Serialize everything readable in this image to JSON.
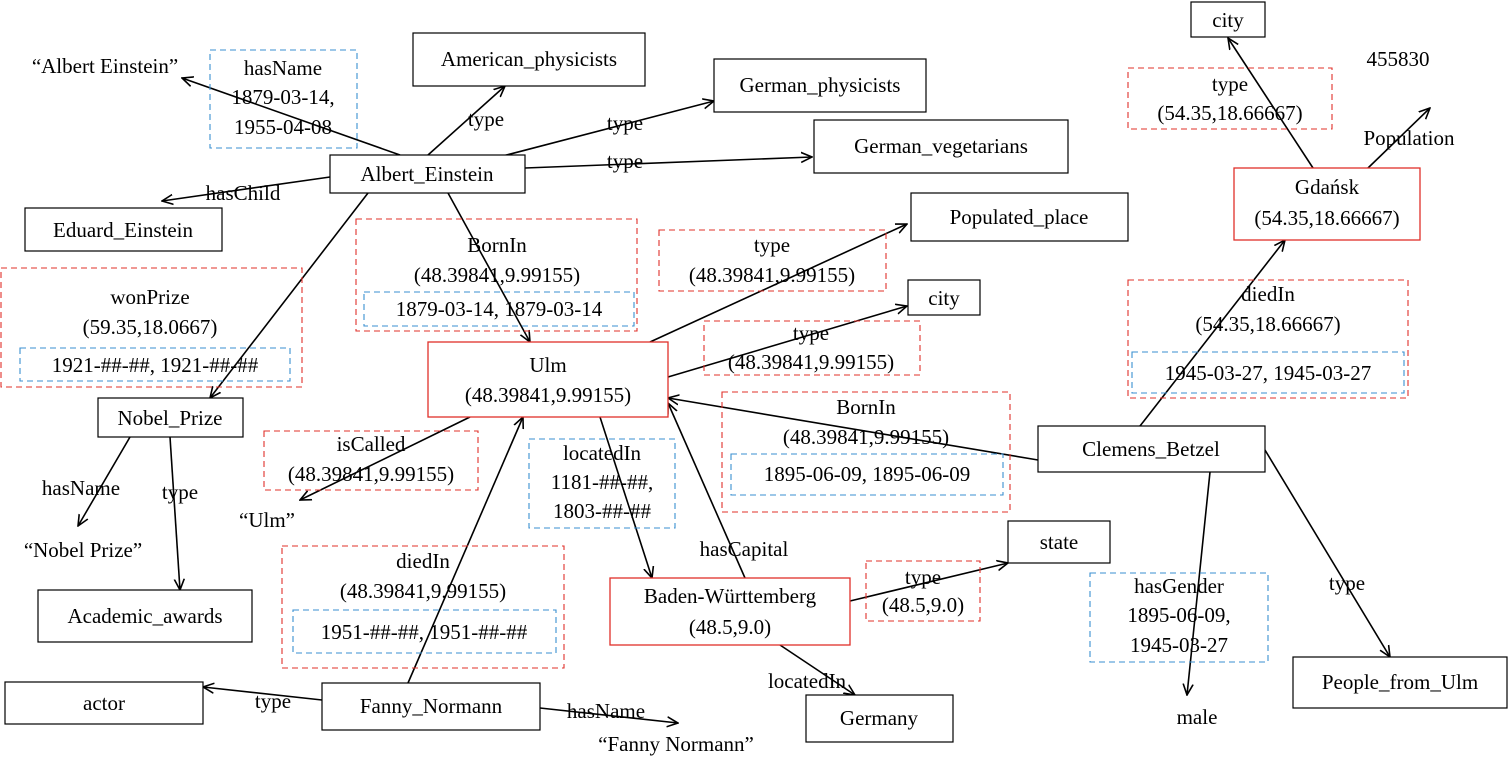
{
  "colors": {
    "entity_border": "#000000",
    "geo_border": "#e0302a",
    "time_border": "#3a8fd0"
  },
  "nodes": {
    "albert_einstein": "Albert_Einstein",
    "american_physicists": "American_physicists",
    "german_physicists": "German_physicists",
    "german_vegetarians": "German_vegetarians",
    "eduard_einstein": "Eduard_Einstein",
    "nobel_prize": "Nobel_Prize",
    "academic_awards": "Academic_awards",
    "populated_place": "Populated_place",
    "city_mid": "city",
    "city_top": "city",
    "state": "state",
    "germany": "Germany",
    "actor": "actor",
    "fanny_normann": "Fanny_Normann",
    "clemens_betzel": "Clemens_Betzel",
    "people_from_ulm": "People_from_Ulm",
    "ulm": {
      "name": "Ulm",
      "coords": "(48.39841,9.99155)"
    },
    "baden": {
      "name": "Baden-Württemberg",
      "coords": "(48.5,9.0)"
    },
    "gdansk": {
      "name": "Gdańsk",
      "coords": "(54.35,18.66667)"
    }
  },
  "literals": {
    "albert_name": "“Albert Einstein”",
    "nobel_name": "“Nobel Prize”",
    "ulm_name": "“Ulm”",
    "fanny_name": "“Fanny Normann”",
    "male": "male",
    "population_value": "455830"
  },
  "edges": {
    "type": "type",
    "hasChild": "hasChild",
    "hasName": "hasName",
    "locatedIn": "locatedIn",
    "hasCapital": "hasCapital",
    "population": "Population",
    "hasGender": "hasGender",
    "bornIn": "BornIn",
    "diedIn": "diedIn",
    "wonPrize": "wonPrize",
    "isCalled": "isCalled"
  },
  "qualifiers": {
    "einstein_hasName_dates": [
      "1879-03-14,",
      "1955-04-08"
    ],
    "einstein_bornIn_coords": "(48.39841,9.99155)",
    "einstein_bornIn_dates": "1879-03-14, 1879-03-14",
    "wonPrize_coords": "(59.35,18.0667)",
    "wonPrize_dates": "1921-##-##, 1921-##-##",
    "ulm_populated_coords": "(48.39841,9.99155)",
    "ulm_city_coords": "(48.39841,9.99155)",
    "isCalled_coords": "(48.39841,9.99155)",
    "locatedIn_dates": [
      "1181-##-##,",
      "1803-##-##"
    ],
    "clemens_bornIn_coords": "(48.39841,9.99155)",
    "clemens_bornIn_dates": "1895-06-09, 1895-06-09",
    "fanny_diedIn_coords": "(48.39841,9.99155)",
    "fanny_diedIn_dates": "1951-##-##, 1951-##-##",
    "baden_state_coords": "(48.5,9.0)",
    "clemens_hasGender_dates": [
      "1895-06-09,",
      "1945-03-27"
    ],
    "gdansk_city_coords": "(54.35,18.66667)",
    "clemens_diedIn_coords": "(54.35,18.66667)",
    "clemens_diedIn_dates": "1945-03-27, 1945-03-27"
  }
}
